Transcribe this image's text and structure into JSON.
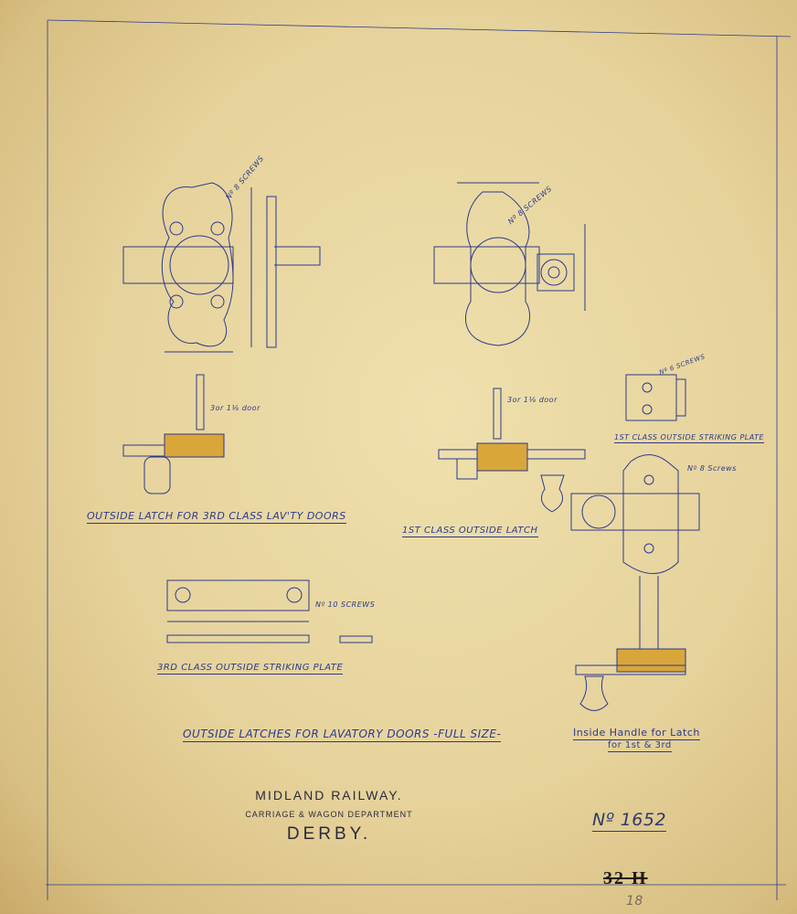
{
  "labels": {
    "latch_3rd": "OUTSIDE LATCH FOR 3RD CLASS LAV'TY DOORS",
    "latch_1st": "1ST CLASS OUTSIDE LATCH",
    "plate_1st": "1ST CLASS OUTSIDE STRIKING PLATE",
    "plate_3rd": "3RD CLASS OUTSIDE STRIKING PLATE",
    "main_title": "OUTSIDE LATCHES FOR LAVATORY DOORS -FULL SIZE-",
    "handle_1": "Inside Handle for Latch",
    "handle_2": "for 1st & 3rd",
    "screws_a": "Nº 8 SCREWS",
    "screws_b": "Nº 8 SCREWS",
    "screws_c": "Nº 6 SCREWS",
    "screws_d": "Nº 8 Screws",
    "screws_e": "Nº 10 SCREWS",
    "door_a": "3or 1⅛ door",
    "door_b": "3or 1⅛ door"
  },
  "title_block": {
    "company": "MIDLAND RAILWAY.",
    "department": "CARRIAGE & WAGON DEPARTMENT",
    "place": "DERBY.",
    "drawing_no": "Nº 1652",
    "stamp": "32 H",
    "pencil": "18"
  }
}
